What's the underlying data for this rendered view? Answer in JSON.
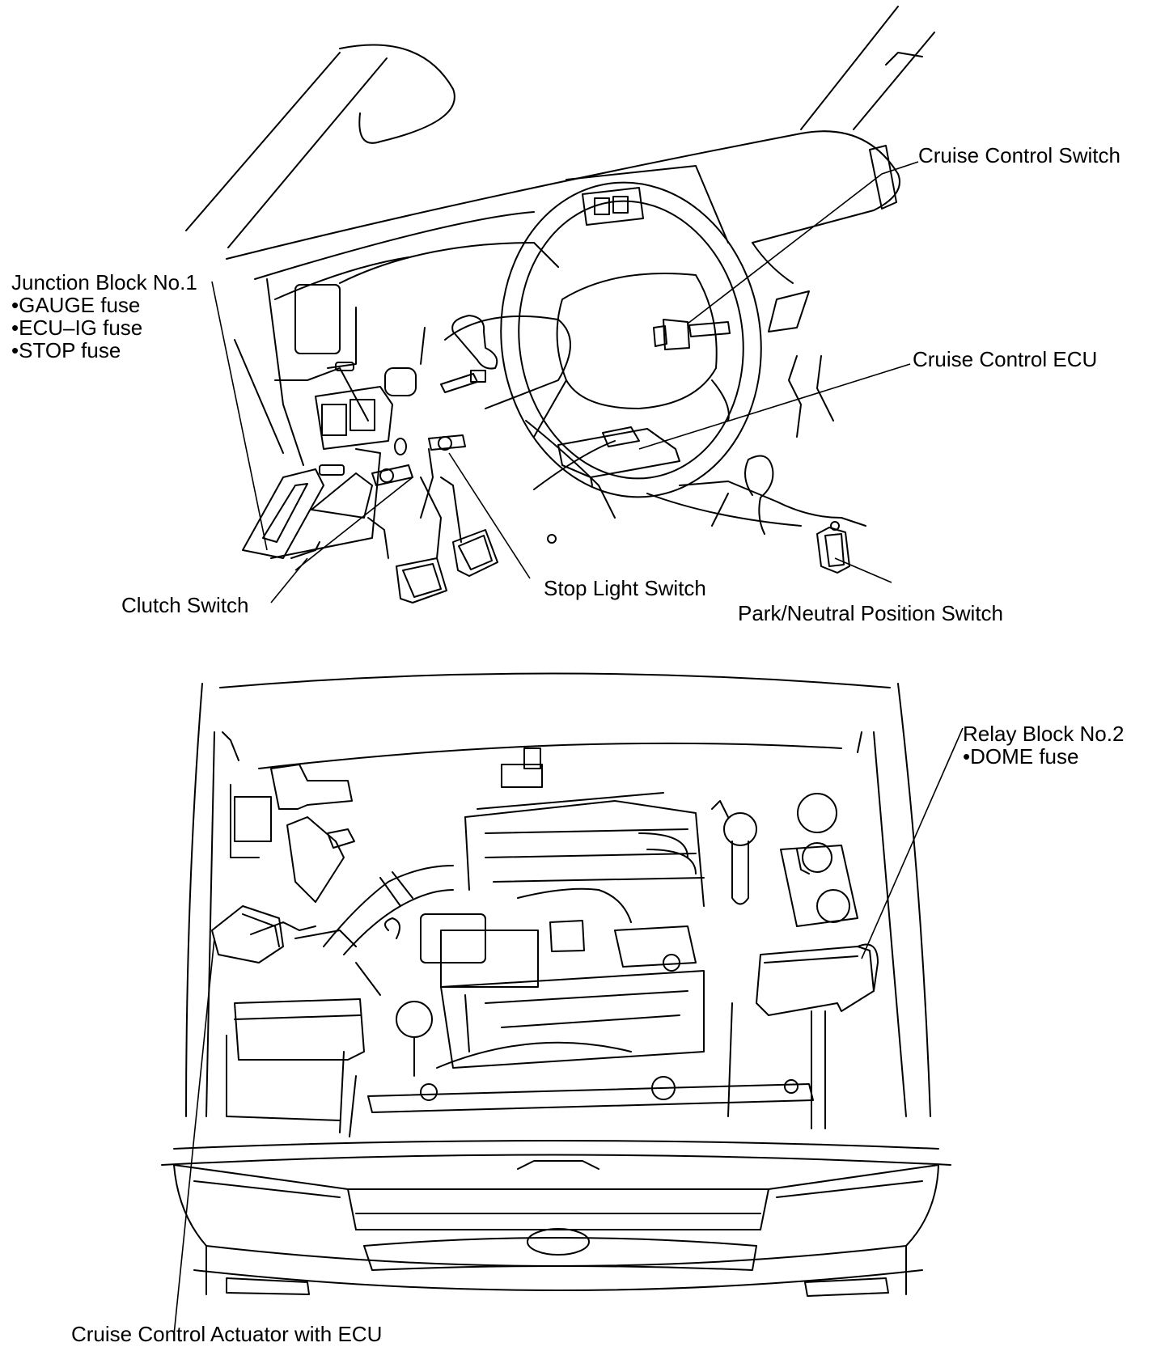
{
  "labels": {
    "junction_block": {
      "title": "Junction Block No.1",
      "items": [
        "•GAUGE fuse",
        "•ECU–IG fuse",
        "•STOP fuse"
      ]
    },
    "cruise_control_switch": "Cruise Control Switch",
    "cruise_control_ecu": "Cruise Control ECU",
    "clutch_switch": "Clutch Switch",
    "stop_light_switch": "Stop Light Switch",
    "park_neutral_switch": "Park/Neutral Position Switch",
    "relay_block": {
      "title": "Relay Block No.2",
      "items": [
        "•DOME fuse"
      ]
    },
    "actuator": "Cruise Control Actuator with ECU"
  }
}
